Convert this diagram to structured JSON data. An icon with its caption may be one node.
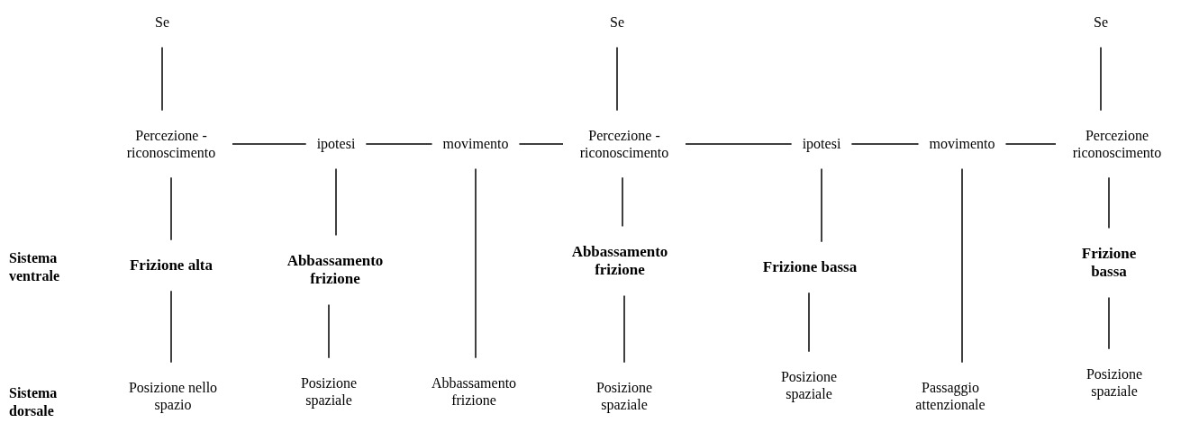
{
  "diagram": {
    "nodes": [
      {
        "text": [
          "Se"
        ]
      },
      {
        "text": [
          "Se"
        ]
      },
      {
        "text": [
          "Se"
        ]
      },
      {
        "text": [
          "Percezione - riconoscimento"
        ]
      },
      {
        "text": [
          "ipotesi"
        ]
      },
      {
        "text": [
          "movimento"
        ]
      },
      {
        "text": [
          "Percezione - riconoscimento"
        ]
      },
      {
        "text": [
          "ipotesi"
        ]
      },
      {
        "text": [
          "movimento"
        ]
      },
      {
        "text": [
          "Percezione riconoscimento"
        ]
      },
      {
        "text": [
          "Frizione alta"
        ]
      },
      {
        "text": [
          "Abbassamento frizione"
        ]
      },
      {
        "text": [
          "Abbassamento frizione"
        ]
      },
      {
        "text": [
          "Frizione bassa"
        ]
      },
      {
        "text": [
          "Frizione bassa"
        ]
      },
      {
        "text": [
          "Posizione nello spazio"
        ]
      },
      {
        "text": [
          "Posizione spaziale"
        ]
      },
      {
        "text": [
          "Abbassamento frizione"
        ]
      },
      {
        "text": [
          "Posizione spaziale"
        ]
      },
      {
        "text": [
          "Posizione spaziale"
        ]
      },
      {
        "text": [
          "Passaggio attenzionale"
        ]
      },
      {
        "text": [
          "Posizione spaziale"
        ]
      }
    ],
    "edges": [
      {
        "from": 0,
        "to": 3,
        "arrow": "none"
      },
      {
        "from": 1,
        "to": 6,
        "arrow": "none"
      },
      {
        "from": 2,
        "to": 9,
        "arrow": "none"
      },
      {
        "from": 3,
        "to": 4,
        "arrow": "none"
      },
      {
        "from": 4,
        "to": 5,
        "arrow": "none"
      },
      {
        "from": 5,
        "to": 6,
        "arrow": "none"
      },
      {
        "from": 6,
        "to": 7,
        "arrow": "none"
      },
      {
        "from": 7,
        "to": 8,
        "arrow": "none"
      },
      {
        "from": 8,
        "to": 9,
        "arrow": "none"
      },
      {
        "from": 3,
        "to": 10,
        "arrow": "none"
      },
      {
        "from": 10,
        "to": 15,
        "arrow": "none"
      },
      {
        "from": 4,
        "to": 11,
        "arrow": "none"
      },
      {
        "from": 11,
        "to": 16,
        "arrow": "none"
      },
      {
        "from": 5,
        "to": 17,
        "arrow": "none"
      },
      {
        "from": 6,
        "to": 12,
        "arrow": "none"
      },
      {
        "from": 12,
        "to": 18,
        "arrow": "none"
      },
      {
        "from": 7,
        "to": 13,
        "arrow": "none"
      },
      {
        "from": 13,
        "to": 19,
        "arrow": "none"
      },
      {
        "from": 8,
        "to": 20,
        "arrow": "none"
      },
      {
        "from": 9,
        "to": 14,
        "arrow": "none"
      },
      {
        "from": 14,
        "to": 21,
        "arrow": "none"
      }
    ],
    "labels": [
      "Sistema ventrale",
      "Sistema dorsale"
    ]
  }
}
